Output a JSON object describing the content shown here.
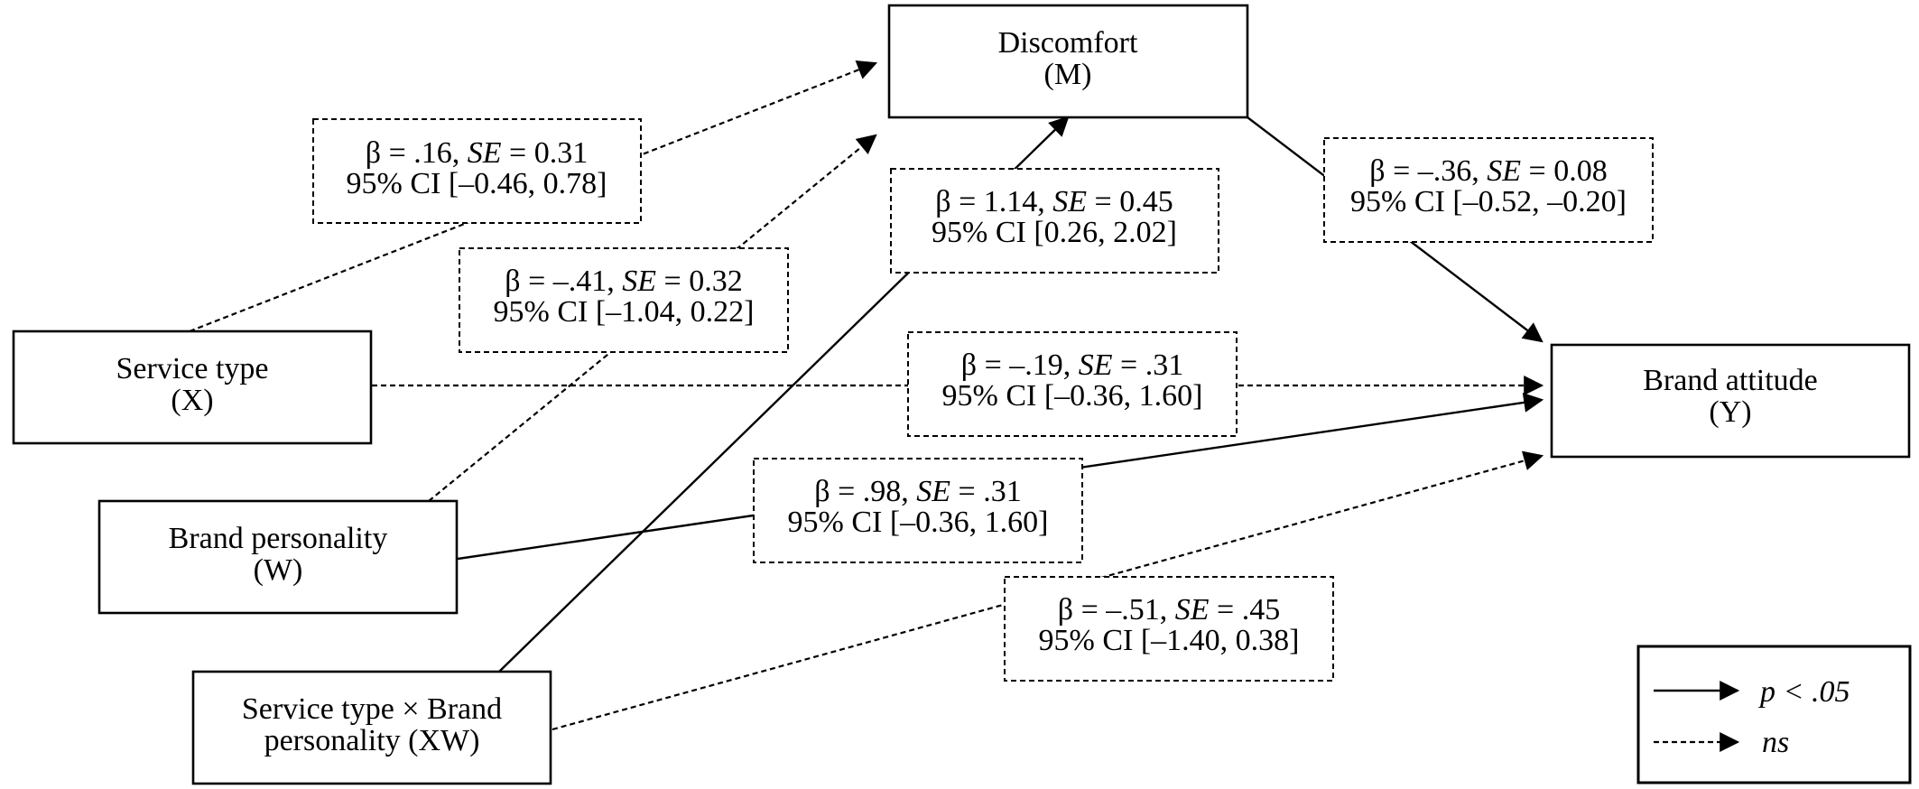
{
  "nodes": {
    "discomfort": {
      "line1": "Discomfort",
      "line2": "(M)"
    },
    "service_type": {
      "line1": "Service type",
      "line2": "(X)"
    },
    "brand_personality": {
      "line1": "Brand personality",
      "line2": "(W)"
    },
    "interaction": {
      "line1": "Service type ×  Brand",
      "line2": "personality (XW)"
    },
    "brand_attitude": {
      "line1": "Brand attitude",
      "line2": "(Y)"
    }
  },
  "paths": {
    "x_to_m": {
      "beta": "β = .16, ",
      "se_label": "SE",
      "se_value": " = 0.31",
      "ci": "95% CI [–0.46, 0.78]",
      "significant": false
    },
    "w_to_m": {
      "beta": "β = –.41, ",
      "se_label": "SE",
      "se_value": " = 0.32",
      "ci": "95% CI [–1.04, 0.22]",
      "significant": false
    },
    "xw_to_m": {
      "beta": "β = 1.14, ",
      "se_label": "SE",
      "se_value": " = 0.45",
      "ci": "95% CI [0.26, 2.02]",
      "significant": true
    },
    "m_to_y": {
      "beta": "β = –.36, ",
      "se_label": "SE",
      "se_value": " = 0.08",
      "ci": "95% CI [–0.52, –0.20]",
      "significant": true
    },
    "x_to_y": {
      "beta": "β = –.19, ",
      "se_label": "SE",
      "se_value": " = .31",
      "ci": "95% CI [–0.36, 1.60]",
      "significant": false
    },
    "w_to_y": {
      "beta": "β = .98, ",
      "se_label": "SE",
      "se_value": " = .31",
      "ci": "95% CI [–0.36, 1.60]",
      "significant": true
    },
    "xw_to_y": {
      "beta": "β = –.51, ",
      "se_label": "SE",
      "se_value": " = .45",
      "ci": "95% CI [–1.40, 0.38]",
      "significant": false
    }
  },
  "legend": {
    "solid_label": "p < .05",
    "dashed_label": "ns"
  }
}
